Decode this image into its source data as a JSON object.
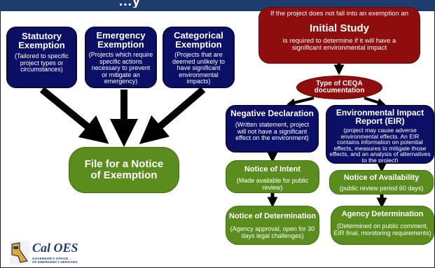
{
  "header": {
    "title": "…y"
  },
  "exemptions": {
    "statutory": {
      "title": "Statutory Exemption",
      "desc": "(Tailored to specific project types or circumstances)"
    },
    "emergency": {
      "title": "Emergency Exemption",
      "desc": "(Projects which require specific actions necessary to prevent or mitigate an emergency)"
    },
    "categorical": {
      "title": "Categorical Exemption",
      "desc": "(Projects that are deemed unlikely to have significant environmental impacts)"
    }
  },
  "file_notice": {
    "title": "File for a Notice of Exemption"
  },
  "initial_study": {
    "pre": "If the project does not fall into an exemption an",
    "title": "Initial Study",
    "post": "is required to determine if it will have a significant environmental impact"
  },
  "ceqa_type": {
    "title": "Type of CEQA documentation"
  },
  "negative_declaration": {
    "title": "Negative Declaration",
    "desc": "(Written statement, project will not have a significant effect on the environment)"
  },
  "eir": {
    "title": "Environmental Impact Report (EIR)",
    "desc": "(project may cause adverse environmental effects. An EIR contains information on potential effects, measures to mitigate those effects, and an analysis of alternatives to the project)"
  },
  "notice_of_intent": {
    "title": "Notice of Intent",
    "desc": "(Made available for public review)"
  },
  "notice_of_availability": {
    "title": "Notice of Availability",
    "desc": "(public review period 60 days)"
  },
  "notice_of_determination": {
    "title": "Notice of Determination",
    "desc": "(Agency approval, open for 30 days legal challenges)"
  },
  "agency_determination": {
    "title": "Agency Determination",
    "desc": "(Determined on public comment, EIR final, monitoring requirements)"
  },
  "logo": {
    "name": "Cal OES",
    "subtitle_line1": "GOVERNOR'S OFFICE",
    "subtitle_line2": "OF EMERGENCY SERVICES"
  },
  "colors": {
    "navy": "#0b0f66",
    "green": "#5b8c1e",
    "red": "#8e0d0d",
    "header": "#1f3c6e"
  }
}
